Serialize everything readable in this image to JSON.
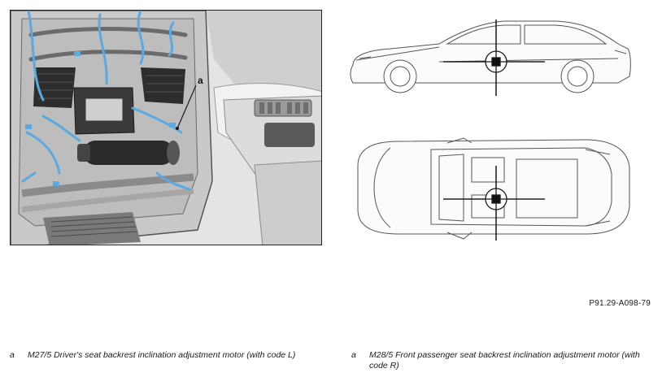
{
  "photo": {
    "callout_label": "a"
  },
  "reference_code": "P91.29-A098-79",
  "legend": [
    {
      "key": "a",
      "text": "M27/5 Driver's seat backrest inclination adjustment motor (with code L)"
    },
    {
      "key": "a",
      "text": "M28/5 Front passenger seat backrest inclination adjustment motor (with code R)"
    }
  ],
  "colors": {
    "wiring": "#5aa9e0",
    "frame": "#1a1a1a",
    "background_panel": "#e9e9e9"
  }
}
